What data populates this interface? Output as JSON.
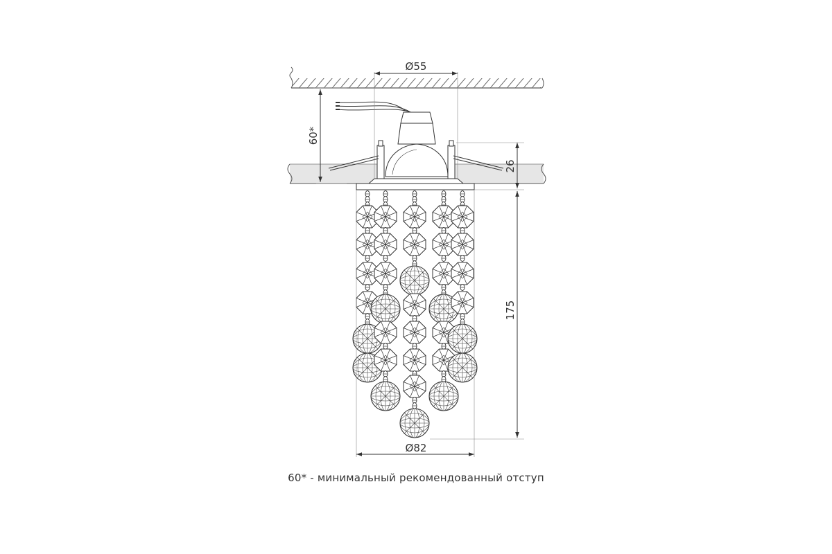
{
  "dimensions": {
    "top_diameter": "Ø55",
    "bottom_diameter": "Ø82",
    "min_offset": "60*",
    "flange_depth": "26",
    "pendant_length": "175"
  },
  "footnote": "60* - минимальный рекомендованный отступ",
  "colors": {
    "line": "#555555",
    "text": "#333333",
    "panel": "#e6e6e6"
  }
}
